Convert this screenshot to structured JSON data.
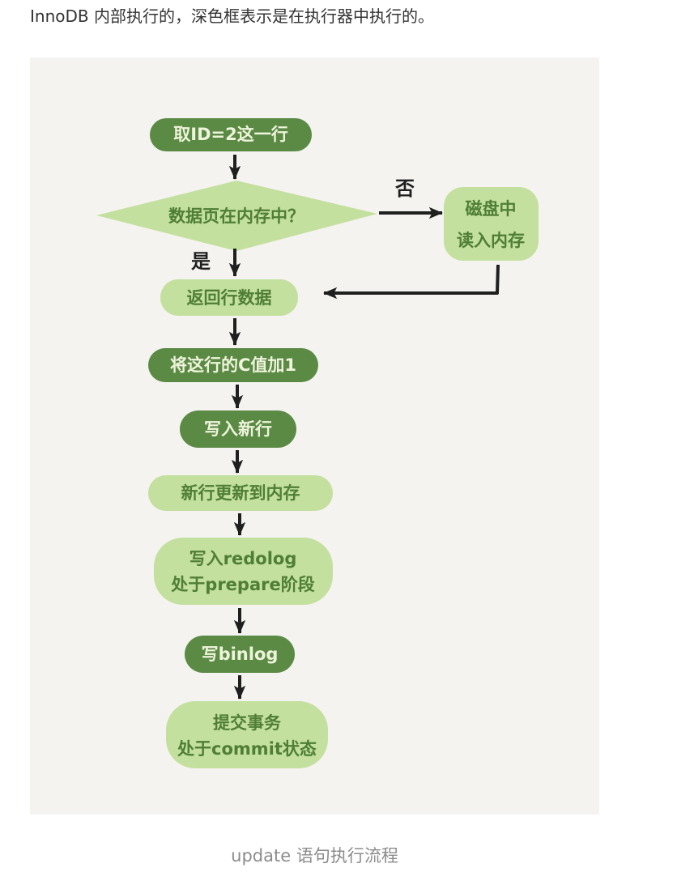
{
  "article": {
    "intro": "InnoDB 内部执行的，深色框表示是在执行器中执行的。",
    "figure_caption": "update 语句执行流程"
  },
  "diagram": {
    "colors": {
      "executor_node": "#5b8a45",
      "executor_text": "#eef3db",
      "innodb_node": "#c3e09e",
      "innodb_text": "#4f7e37",
      "arrow": "#1f1f1f",
      "figure_background": "#f4f3ef"
    },
    "nodes": [
      {
        "lines": [
          "取ID=2这一行"
        ],
        "fill": "#5b8a45",
        "text_fill": "#eef3db"
      },
      {
        "lines": [
          "数据页在内存中？"
        ],
        "fill": "#c3e09e",
        "text_fill": "#4f7e37"
      },
      {
        "lines": [
          "磁盘中",
          "读入内存"
        ],
        "fill": "#c3e09e",
        "text_fill": "#4f7e37"
      },
      {
        "lines": [
          "返回行数据"
        ],
        "fill": "#c3e09e",
        "text_fill": "#4f7e37"
      },
      {
        "lines": [
          "将这行的C值加1"
        ],
        "fill": "#5b8a45",
        "text_fill": "#eef3db"
      },
      {
        "lines": [
          "写入新行"
        ],
        "fill": "#5b8a45",
        "text_fill": "#eef3db"
      },
      {
        "lines": [
          "新行更新到内存"
        ],
        "fill": "#c3e09e",
        "text_fill": "#4f7e37"
      },
      {
        "lines": [
          "写入redolog",
          "处于prepare阶段"
        ],
        "fill": "#c3e09e",
        "text_fill": "#4f7e37"
      },
      {
        "lines": [
          "写binlog"
        ],
        "fill": "#5b8a45",
        "text_fill": "#eef3db"
      },
      {
        "lines": [
          "提交事务",
          "处于commit状态"
        ],
        "fill": "#c3e09e",
        "text_fill": "#4f7e37"
      }
    ],
    "edges": [
      {
        "from": 0,
        "to": 1
      },
      {
        "from": 1,
        "to": 2,
        "label": "否"
      },
      {
        "from": 1,
        "to": 3,
        "label": "是"
      },
      {
        "from": 2,
        "to": 3
      },
      {
        "from": 3,
        "to": 4
      },
      {
        "from": 4,
        "to": 5
      },
      {
        "from": 5,
        "to": 6
      },
      {
        "from": 6,
        "to": 7
      },
      {
        "from": 7,
        "to": 8
      },
      {
        "from": 8,
        "to": 9
      }
    ]
  }
}
